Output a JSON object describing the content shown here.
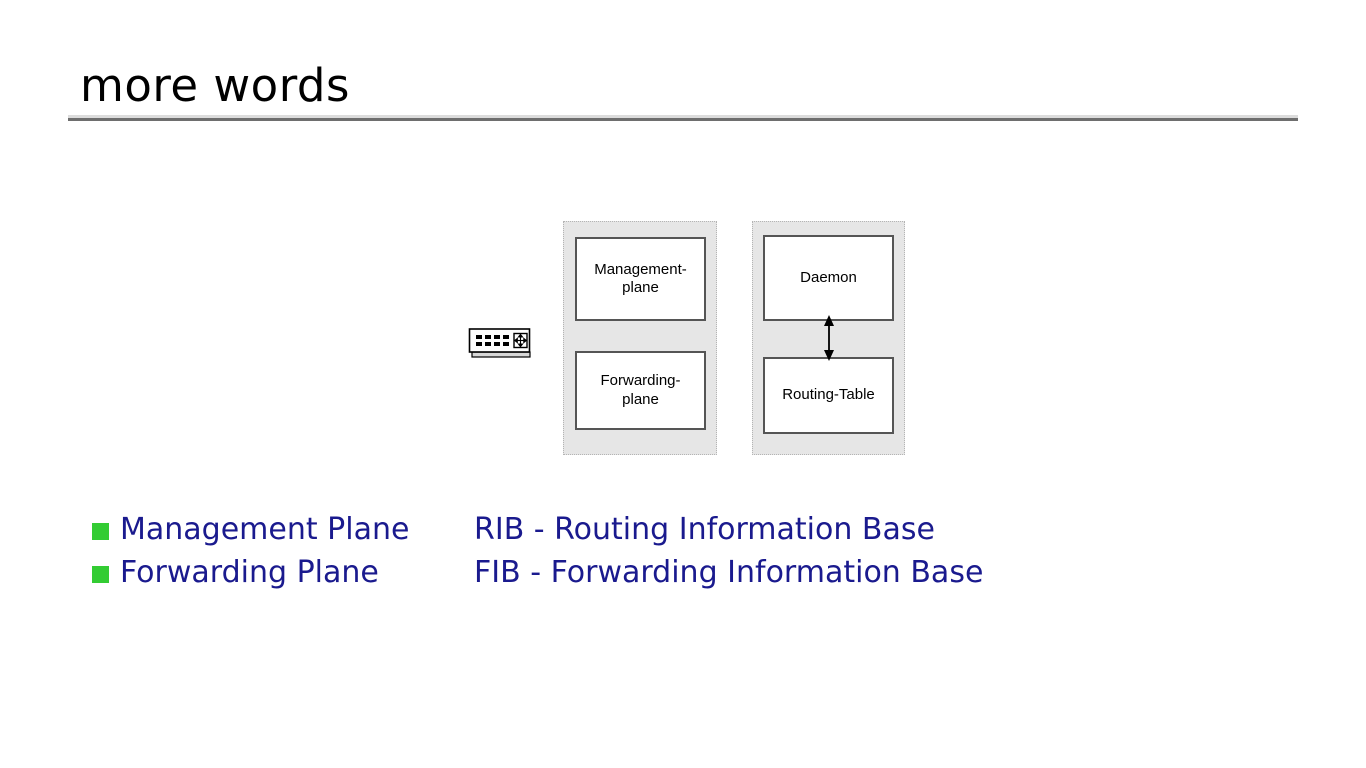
{
  "slide": {
    "title": "more words",
    "background_color": "#ffffff",
    "title_color": "#000000",
    "accent_text_color": "#1a1a8e",
    "bullet_color": "#33cc33",
    "rule_light_color": "#dcdcdc",
    "rule_dark_color": "#6e6e6e"
  },
  "diagram": {
    "panels": [
      {
        "id": "planes",
        "name": "planes-panel",
        "fill_color": "#e6e6e6",
        "border_style": "dotted",
        "boxes": [
          {
            "id": "management-plane",
            "label": "Management-\nplane",
            "line1": "Management-",
            "line2": "plane"
          },
          {
            "id": "forwarding-plane",
            "label": "Forwarding-\nplane",
            "line1": "Forwarding-",
            "line2": "plane"
          }
        ]
      },
      {
        "id": "control",
        "name": "control-panel",
        "fill_color": "#e6e6e6",
        "border_style": "dotted",
        "boxes": [
          {
            "id": "daemon",
            "label": "Daemon",
            "line1": "Daemon",
            "line2": ""
          },
          {
            "id": "routing-table",
            "label": "Routing-Table",
            "line1": "Routing-Table",
            "line2": ""
          }
        ]
      }
    ],
    "connector": {
      "id": "daemon-routing-table-link",
      "icon": "double-headed-vertical-arrow",
      "color": "#000000"
    },
    "device": {
      "id": "router-device",
      "icon": "network-switch-icon",
      "port_count": 8
    }
  },
  "bullets": [
    {
      "label": "Management Plane"
    },
    {
      "label": "Forwarding Plane"
    }
  ],
  "acronyms": [
    {
      "label": "RIB - Routing Information Base"
    },
    {
      "label": "FIB - Forwarding Information Base"
    }
  ]
}
